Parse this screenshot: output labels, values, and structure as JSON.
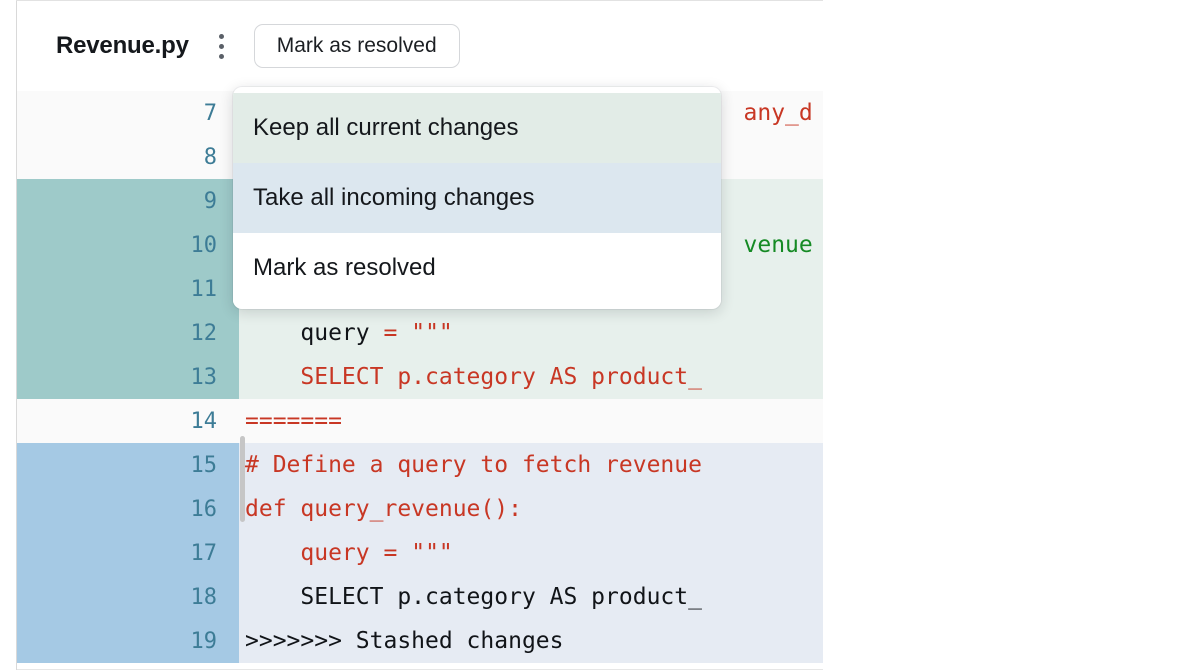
{
  "header": {
    "file_name": "Revenue.py",
    "kebab_icon": "kebab-menu-icon",
    "resolve_label": "Mark as resolved"
  },
  "dropdown": {
    "items": [
      {
        "label": "Keep all current changes",
        "variant": "green"
      },
      {
        "label": "Take all incoming changes",
        "variant": "blue"
      },
      {
        "label": "Mark as resolved",
        "variant": "white"
      }
    ]
  },
  "colors": {
    "gutter_current": "#9ecac9",
    "gutter_incoming": "#a5c9e4",
    "code_current": "#e7f0ec",
    "code_incoming": "#e6ebf3",
    "code_plain": "#fafafa",
    "line_number": "#3d7c96",
    "syntax_red": "#c83724",
    "syntax_green": "#158a24",
    "syntax_dark": "#1c1f23"
  },
  "code": {
    "lines": [
      {
        "number": "7",
        "region": "plain",
        "tokens": [
          {
            "text": "                                    ",
            "cls": "tok-dark"
          },
          {
            "text": "any_d",
            "cls": "tok-red"
          }
        ]
      },
      {
        "number": "8",
        "region": "plain",
        "tokens": [
          {
            "text": "",
            "cls": "tok-dark"
          }
        ]
      },
      {
        "number": "9",
        "region": "current",
        "tokens": [
          {
            "text": "",
            "cls": "tok-dark"
          }
        ]
      },
      {
        "number": "10",
        "region": "current",
        "tokens": [
          {
            "text": "                                    ",
            "cls": "tok-dark"
          },
          {
            "text": "venue",
            "cls": "tok-green"
          }
        ]
      },
      {
        "number": "11",
        "region": "current",
        "tokens": [
          {
            "text": "",
            "cls": "tok-dark"
          }
        ]
      },
      {
        "number": "12",
        "region": "current",
        "tokens": [
          {
            "text": "    ",
            "cls": "tok-dark"
          },
          {
            "text": "query",
            "cls": "tok-black"
          },
          {
            "text": " ",
            "cls": "tok-black"
          },
          {
            "text": "=",
            "cls": "tok-red"
          },
          {
            "text": " ",
            "cls": "tok-black"
          },
          {
            "text": "\"\"\"",
            "cls": "tok-red"
          }
        ]
      },
      {
        "number": "13",
        "region": "current",
        "tokens": [
          {
            "text": "    SELECT p.category AS product_",
            "cls": "tok-red"
          }
        ]
      },
      {
        "number": "14",
        "region": "sep",
        "tokens": [
          {
            "text": "=======",
            "cls": "tok-marker"
          }
        ]
      },
      {
        "number": "15",
        "region": "incoming",
        "tokens": [
          {
            "text": "# Define a query to fetch revenue",
            "cls": "tok-red"
          }
        ]
      },
      {
        "number": "16",
        "region": "incoming",
        "tokens": [
          {
            "text": "def query_revenue():",
            "cls": "tok-red"
          }
        ]
      },
      {
        "number": "17",
        "region": "incoming",
        "tokens": [
          {
            "text": "    ",
            "cls": "tok-dark"
          },
          {
            "text": "query",
            "cls": "tok-red"
          },
          {
            "text": " ",
            "cls": "tok-black"
          },
          {
            "text": "=",
            "cls": "tok-red"
          },
          {
            "text": " ",
            "cls": "tok-black"
          },
          {
            "text": "\"\"\"",
            "cls": "tok-red"
          }
        ]
      },
      {
        "number": "18",
        "region": "incoming",
        "tokens": [
          {
            "text": "    SELECT p.category AS product_",
            "cls": "tok-black"
          }
        ]
      },
      {
        "number": "19",
        "region": "incoming",
        "tokens": [
          {
            "text": ">>>>>>> Stashed changes",
            "cls": "tok-black"
          }
        ]
      }
    ]
  }
}
